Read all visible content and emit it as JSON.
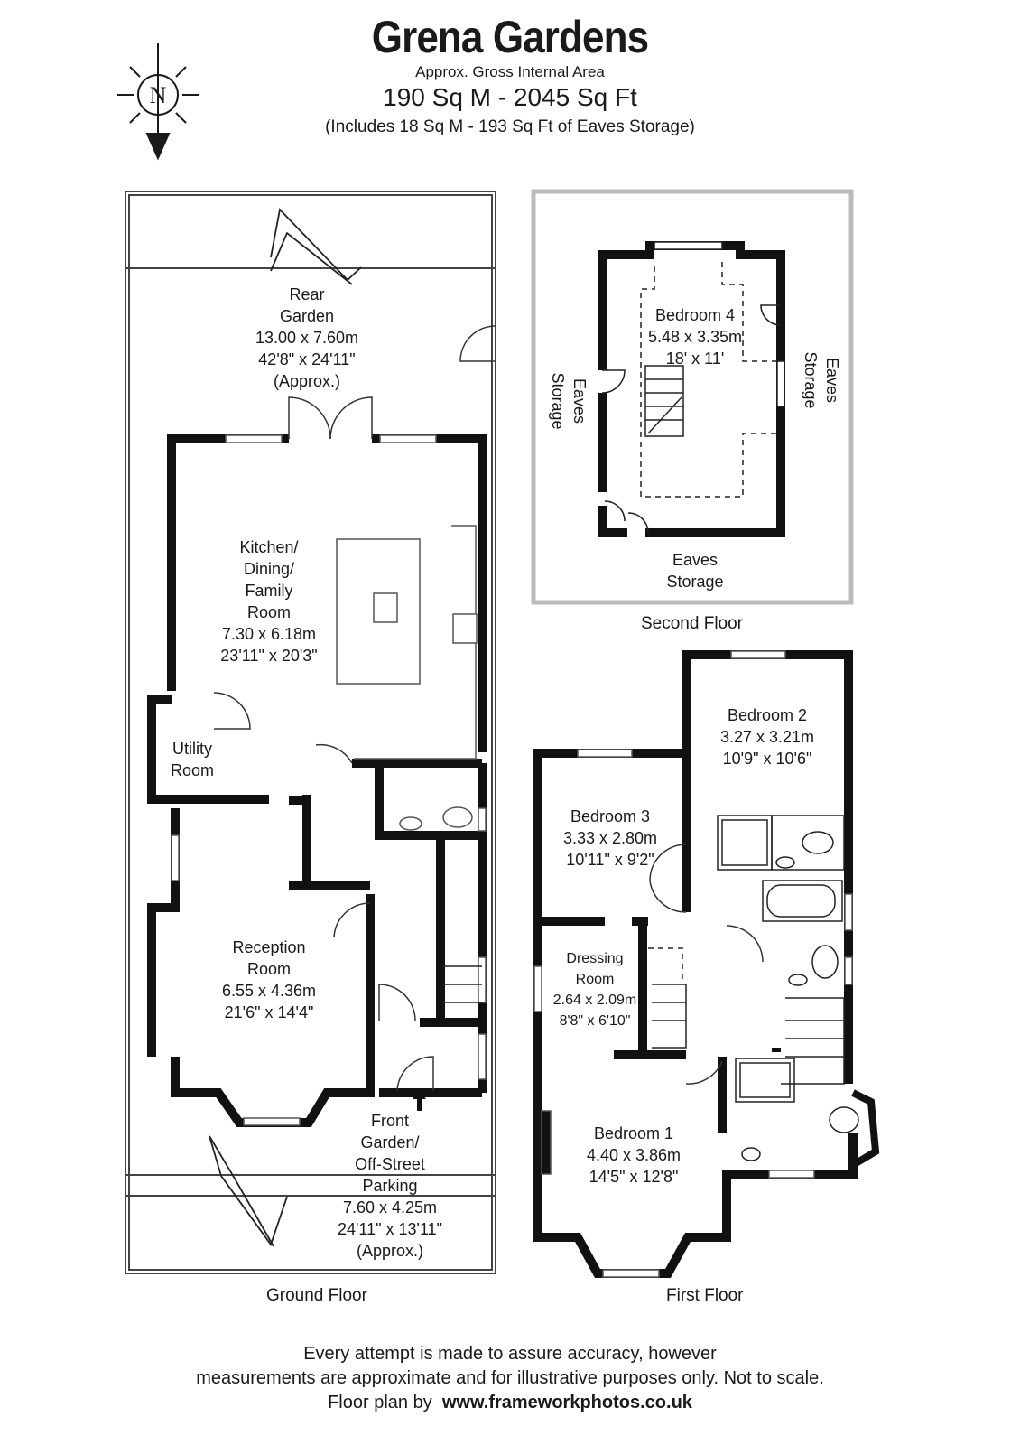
{
  "header": {
    "title": "Grena Gardens",
    "subtitle": "Approx. Gross Internal Area",
    "area": "190 Sq M - 2045 Sq Ft",
    "eaves_note": "(Includes 18 Sq M - 193 Sq Ft of Eaves Storage)"
  },
  "compass": {
    "label": "N"
  },
  "ground_floor": {
    "label": "Ground Floor",
    "rear_garden": [
      "Rear",
      "Garden",
      "13.00 x 7.60m",
      "42'8\" x 24'11\"",
      "(Approx.)"
    ],
    "kitchen": [
      "Kitchen/",
      "Dining/",
      "Family",
      "Room",
      "7.30 x 6.18m",
      "23'11\" x 20'3\""
    ],
    "utility": [
      "Utility",
      "Room"
    ],
    "reception": [
      "Reception",
      "Room",
      "6.55 x 4.36m",
      "21'6\" x 14'4\""
    ],
    "front_garden": [
      "Front",
      "Garden/",
      "Off-Street",
      "Parking",
      "7.60 x 4.25m",
      "24'11\" x 13'11\"",
      "(Approx.)"
    ]
  },
  "first_floor": {
    "label": "First Floor",
    "bedroom2": [
      "Bedroom 2",
      "3.27 x 3.21m",
      "10'9\" x 10'6\""
    ],
    "bedroom3": [
      "Bedroom 3",
      "3.33 x 2.80m",
      "10'11\" x 9'2\""
    ],
    "dressing": [
      "Dressing",
      "Room",
      "2.64 x 2.09m",
      "8'8\" x 6'10\""
    ],
    "bedroom1": [
      "Bedroom 1",
      "4.40 x 3.86m",
      "14'5\" x 12'8\""
    ]
  },
  "second_floor": {
    "label": "Second Floor",
    "bedroom4": [
      "Bedroom 4",
      "5.48 x 3.35m",
      "18' x 11'"
    ],
    "eaves_left": [
      "Eaves",
      "Storage"
    ],
    "eaves_right": [
      "Eaves",
      "Storage"
    ],
    "eaves_bottom": [
      "Eaves",
      "Storage"
    ]
  },
  "disclaimer": {
    "line1": "Every attempt is made to assure accuracy, however",
    "line2": "measurements are approximate and for illustrative purposes only. Not to scale.",
    "line3_prefix": "Floor plan by",
    "website": "www.frameworkphotos.co.uk"
  }
}
